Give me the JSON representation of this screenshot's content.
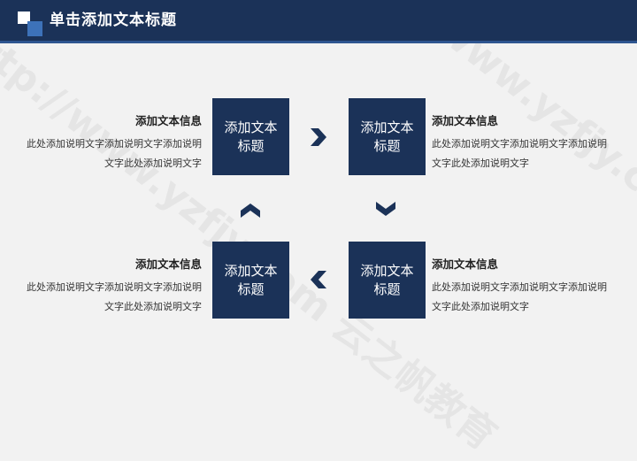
{
  "header": {
    "title": "单击添加文本标题"
  },
  "watermark": "http://www.yzfjy.com 云之帆教育",
  "steps": [
    {
      "box": "添加文本标题",
      "heading": "添加文本信息",
      "body": "此处添加说明文字添加说明文字添加说明文字此处添加说明文字"
    },
    {
      "box": "添加文本标题",
      "heading": "添加文本信息",
      "body": "此处添加说明文字添加说明文字添加说明文字此处添加说明文字"
    },
    {
      "box": "添加文本标题",
      "heading": "添加文本信息",
      "body": "此处添加说明文字添加说明文字添加说明文字此处添加说明文字"
    },
    {
      "box": "添加文本标题",
      "heading": "添加文本信息",
      "body": "此处添加说明文字添加说明文字添加说明文字此处添加说明文字"
    }
  ],
  "colors": {
    "primary": "#1b3258",
    "accent": "#3d72b9",
    "background": "#f2f2f2"
  },
  "icons": [
    "chevron-right-icon",
    "chevron-down-icon",
    "chevron-left-icon",
    "chevron-up-icon"
  ]
}
